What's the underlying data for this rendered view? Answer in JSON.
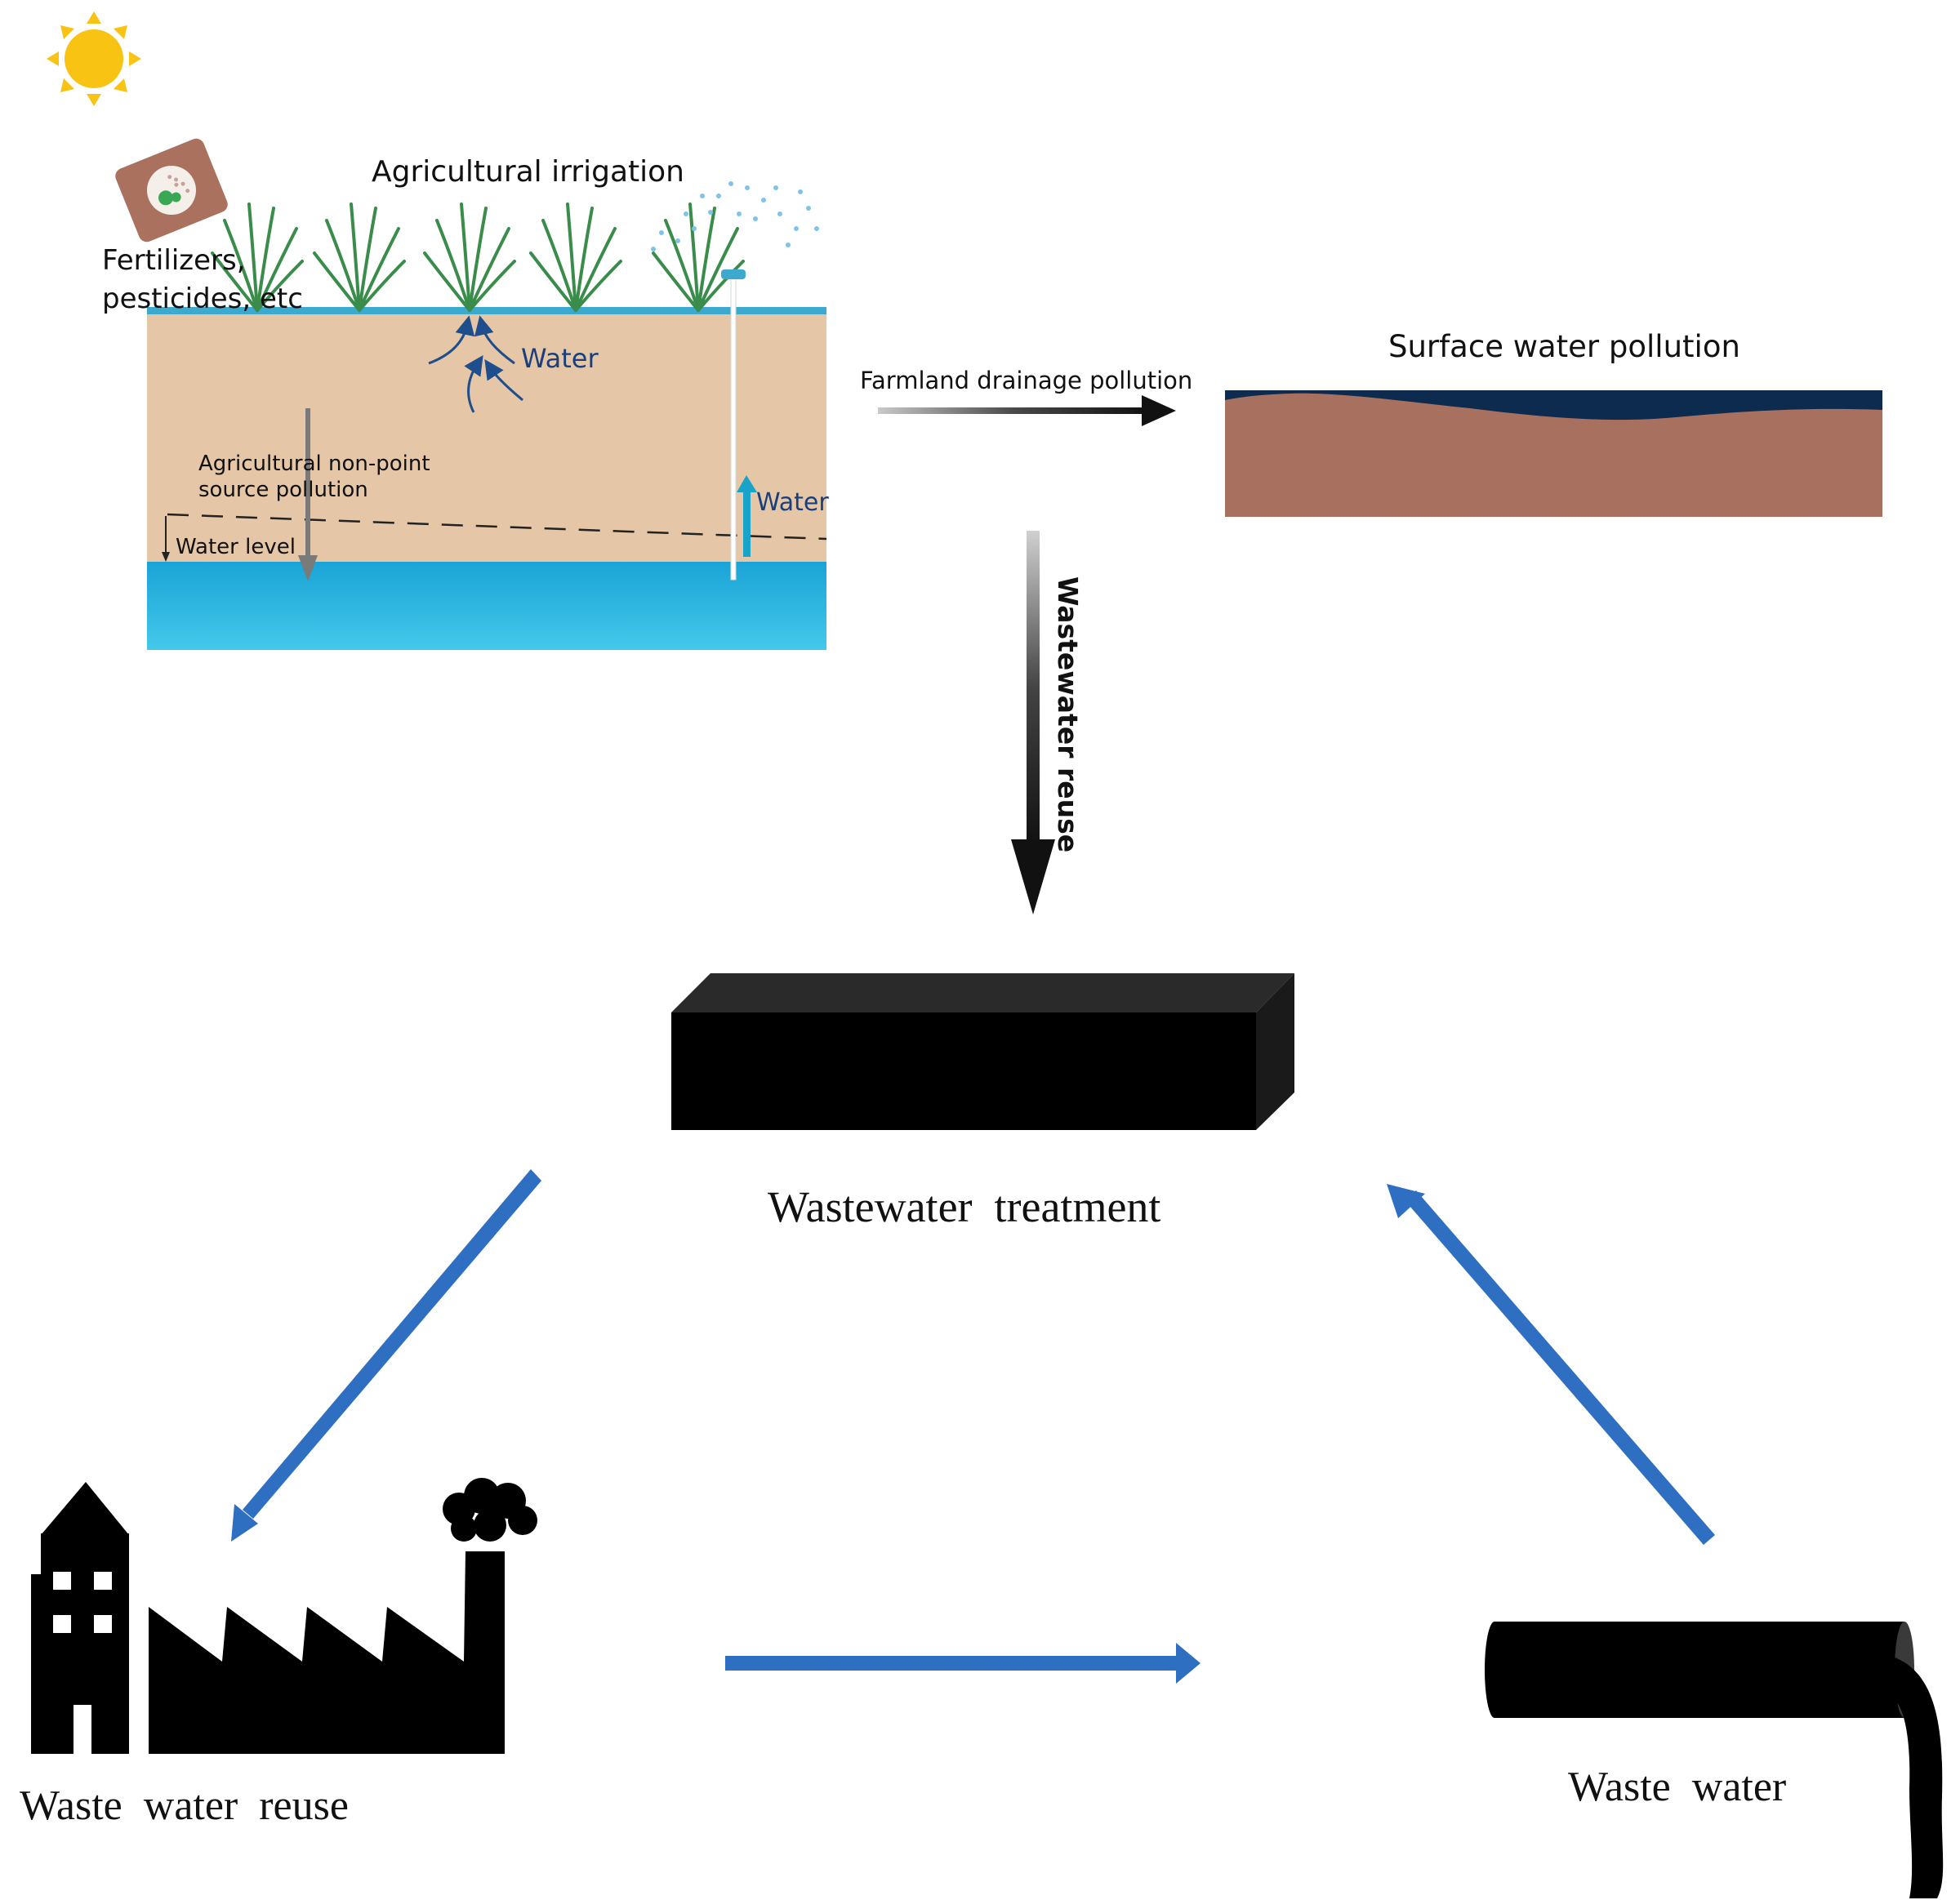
{
  "labels": {
    "agricultural_irrigation": "Agricultural irrigation",
    "fertilizers_line1": "Fertilizers,",
    "fertilizers_line2": "pesticides, etc",
    "water_soil": "Water",
    "water_well": "Water",
    "non_point_line1": "Agricultural non-point",
    "non_point_line2": "source pollution",
    "water_level": "Water level",
    "farmland_drainage": "Farmland drainage pollution",
    "surface_water_pollution": "Surface water pollution",
    "wastewater_reuse_vertical": "Wastewater reuse",
    "wastewater_treatment": "Wastewater  treatment",
    "waste_water_reuse": "Waste  water  reuse",
    "waste_water": "Waste  water"
  },
  "icons": [
    "sun-icon",
    "fertilizer-bag-icon",
    "sprinkler-icon",
    "city-factory-icon",
    "drain-pipe-icon"
  ],
  "colors": {
    "soil": "#e5c6a6",
    "groundwater": "#2cb6df",
    "surface_water": "#0d2a4f",
    "river_bed": "#a8705f",
    "flow_arrow": "#2f6fc1",
    "sun": "#f8c313",
    "text_blue": "#1a3f7a"
  }
}
